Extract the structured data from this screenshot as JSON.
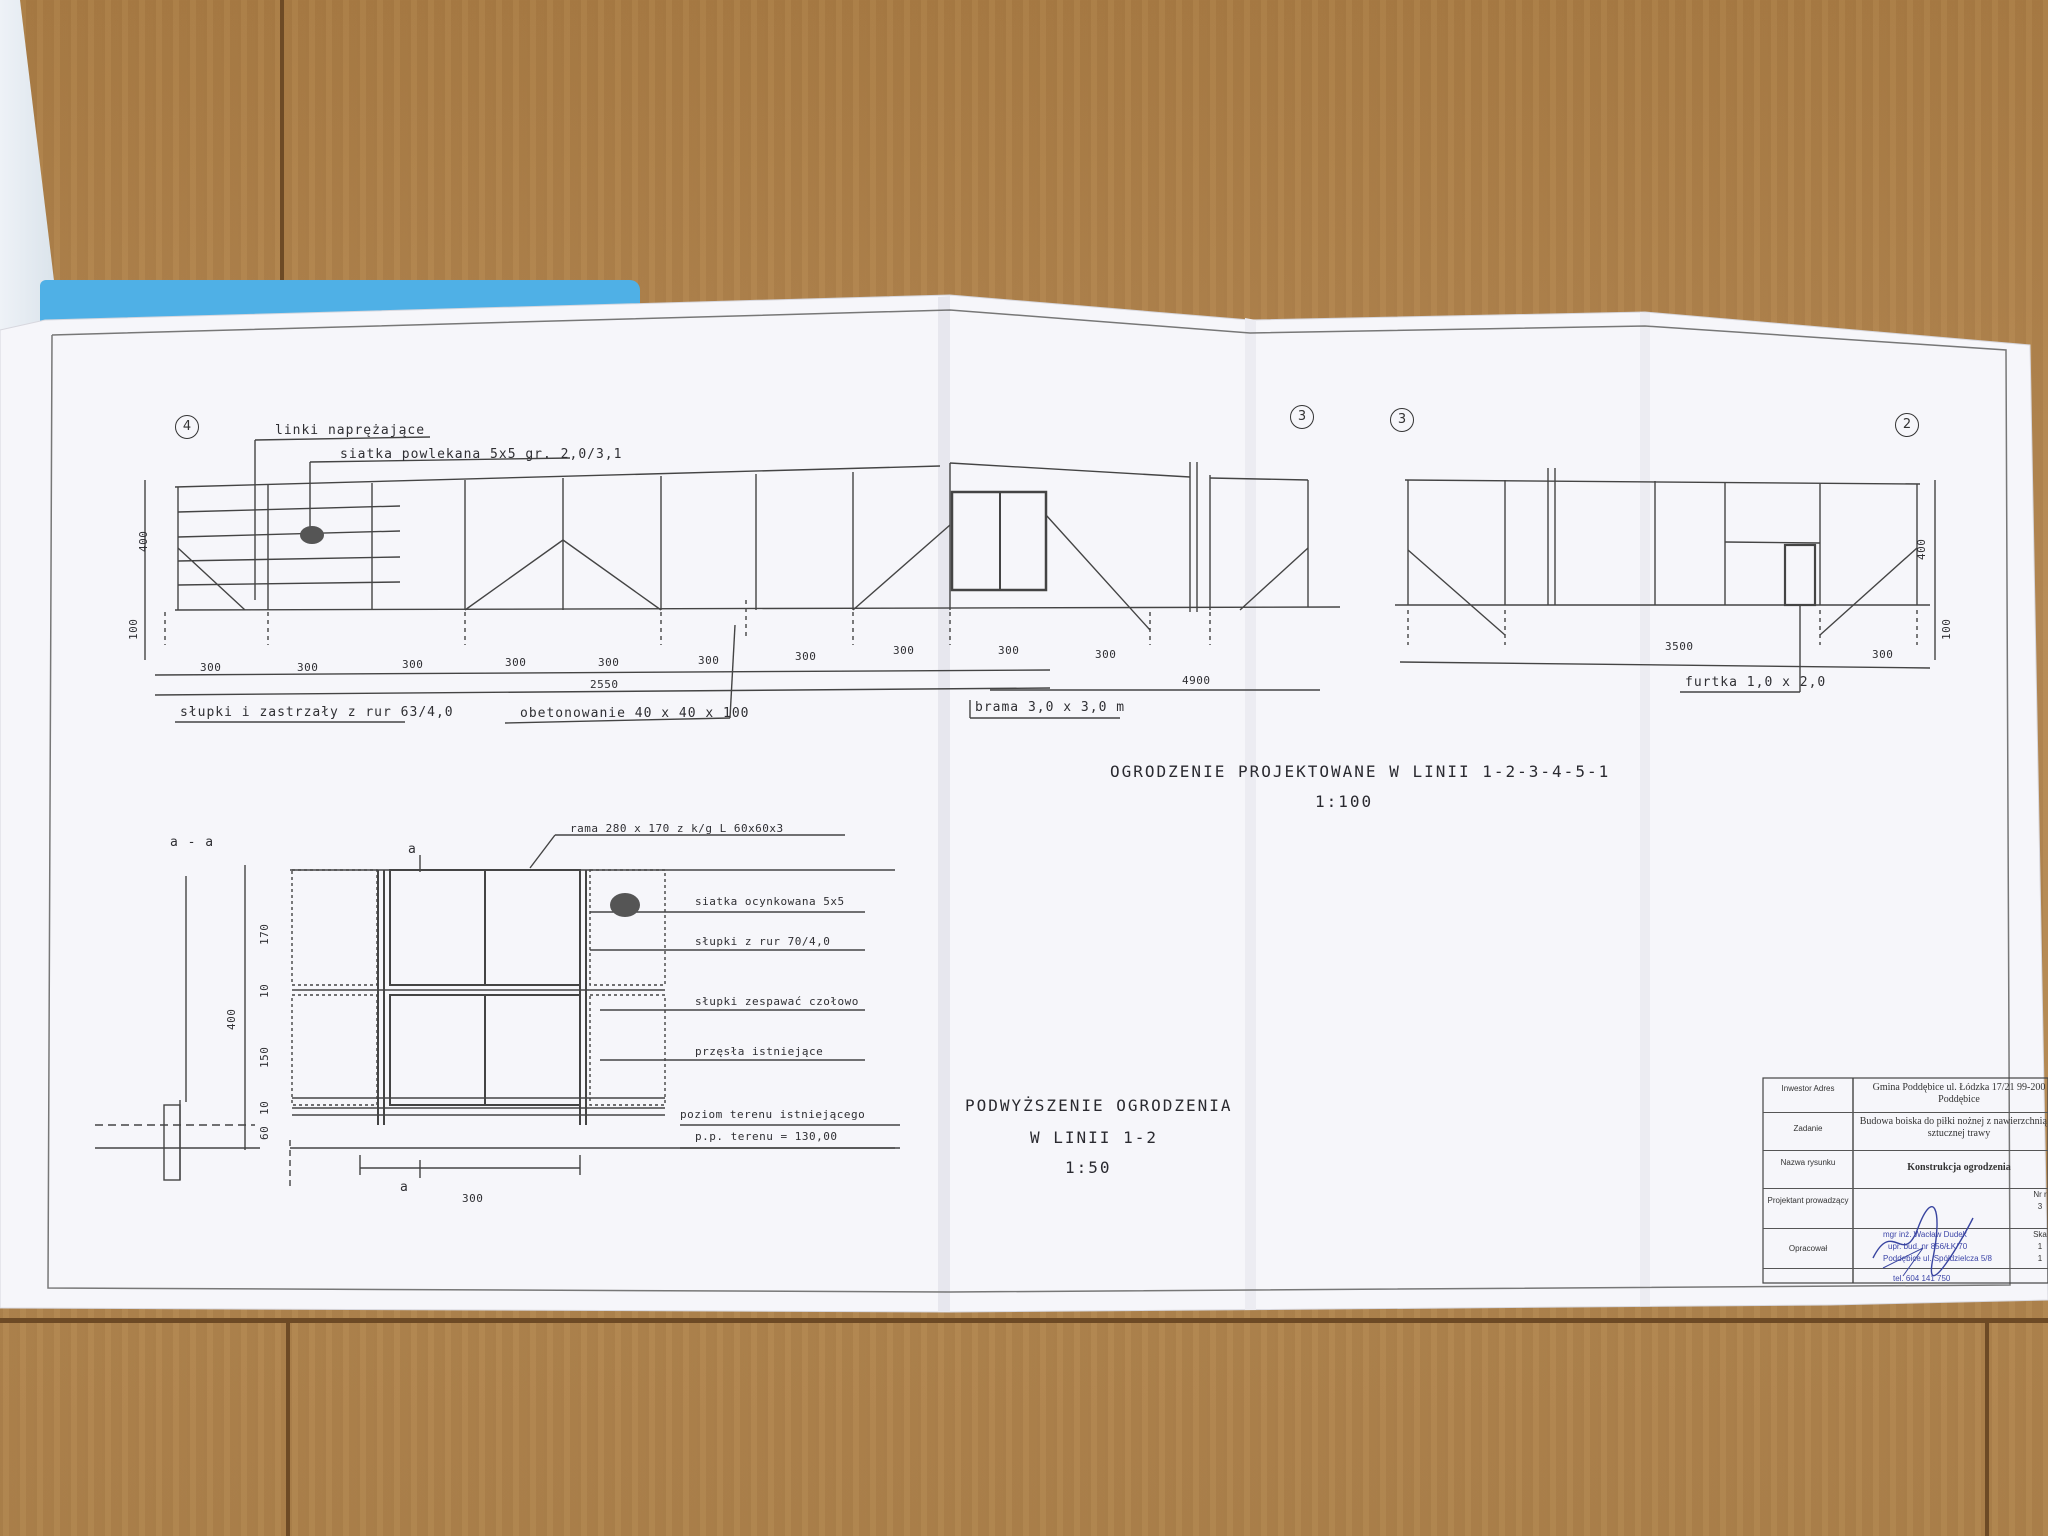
{
  "scene": {
    "colors": {
      "wood": "#b08450",
      "paper": "#f7f7fb",
      "ink": "#333333",
      "folder": "#4fb0e6"
    }
  },
  "elevation": {
    "axis_left_start": "4",
    "axis_left_end": "3",
    "axis_right_start": "3",
    "axis_right_end": "2",
    "note_tension_wires": "linki naprężające",
    "note_mesh": "siatka powlekana 5x5 gr. 2,0/3,1",
    "height_left": "400",
    "height_right": "400",
    "depth_left": "100",
    "depth_right": "100",
    "spans_left": [
      "300",
      "300",
      "300",
      "300",
      "300",
      "300",
      "300",
      "300",
      "300",
      "300"
    ],
    "total_left": "2550",
    "total_mid": "4900",
    "total_right": "3500",
    "span_right": "300",
    "note_posts": "słupki i zastrzały z rur 63/4,0",
    "note_concrete": "obetonowanie 40 x 40 x 100",
    "note_gate": "brama 3,0 x 3,0 m",
    "note_wicket": "furtka 1,0 x 2,0",
    "title": "OGRODZENIE PROJEKTOWANE W LINII 1-2-3-4-5-1",
    "scale": "1:100"
  },
  "detail": {
    "section_label": "a - a",
    "cut_top": "a",
    "cut_bottom": "a",
    "note_frame": "rama 280 x 170 z k/g L 60x60x3",
    "note_galv_mesh": "siatka ocynkowana 5x5",
    "note_posts": "słupki z rur 70/4,0",
    "note_weld": "słupki zespawać czołowo",
    "note_existing": "przęsła istniejące",
    "note_ground": "poziom terenu istniejącego",
    "note_level": "p.p. terenu = 130,00",
    "dim_total": "400",
    "dims_vertical": [
      "170",
      "10",
      "150",
      "10",
      "60"
    ],
    "dim_span": "300",
    "title_line1": "PODWYŻSZENIE OGRODZENIA",
    "title_line2": "W LINII 1-2",
    "scale": "1:50"
  },
  "titleblock": {
    "rows": [
      {
        "key": "Inwestor Adres",
        "value": "Gmina Poddębice ul. Łódzka 17/21 99-200 Poddębice"
      },
      {
        "key": "Zadanie",
        "value": "Budowa boiska do piłki nożnej z nawierzchnią ze sztucznej trawy"
      },
      {
        "key": "Nazwa rysunku",
        "value": "Konstrukcja ogrodzenia"
      },
      {
        "key": "Projektant prowadzący",
        "value": ""
      },
      {
        "key": "Opracował",
        "value": ""
      }
    ],
    "side_no": "Nr r",
    "side_no_val": "3",
    "side_sk": "Ska",
    "side_sk_val1": "1",
    "side_sk_val2": "1",
    "stamp_line1": "mgr inż. Wacław Dudek",
    "stamp_line2": "upr. bud. nr 856/ŁK/70",
    "stamp_line3": "Poddębice ul. Spółdzielcza 5/8",
    "stamp_line4": "tel. 604 141 750"
  }
}
